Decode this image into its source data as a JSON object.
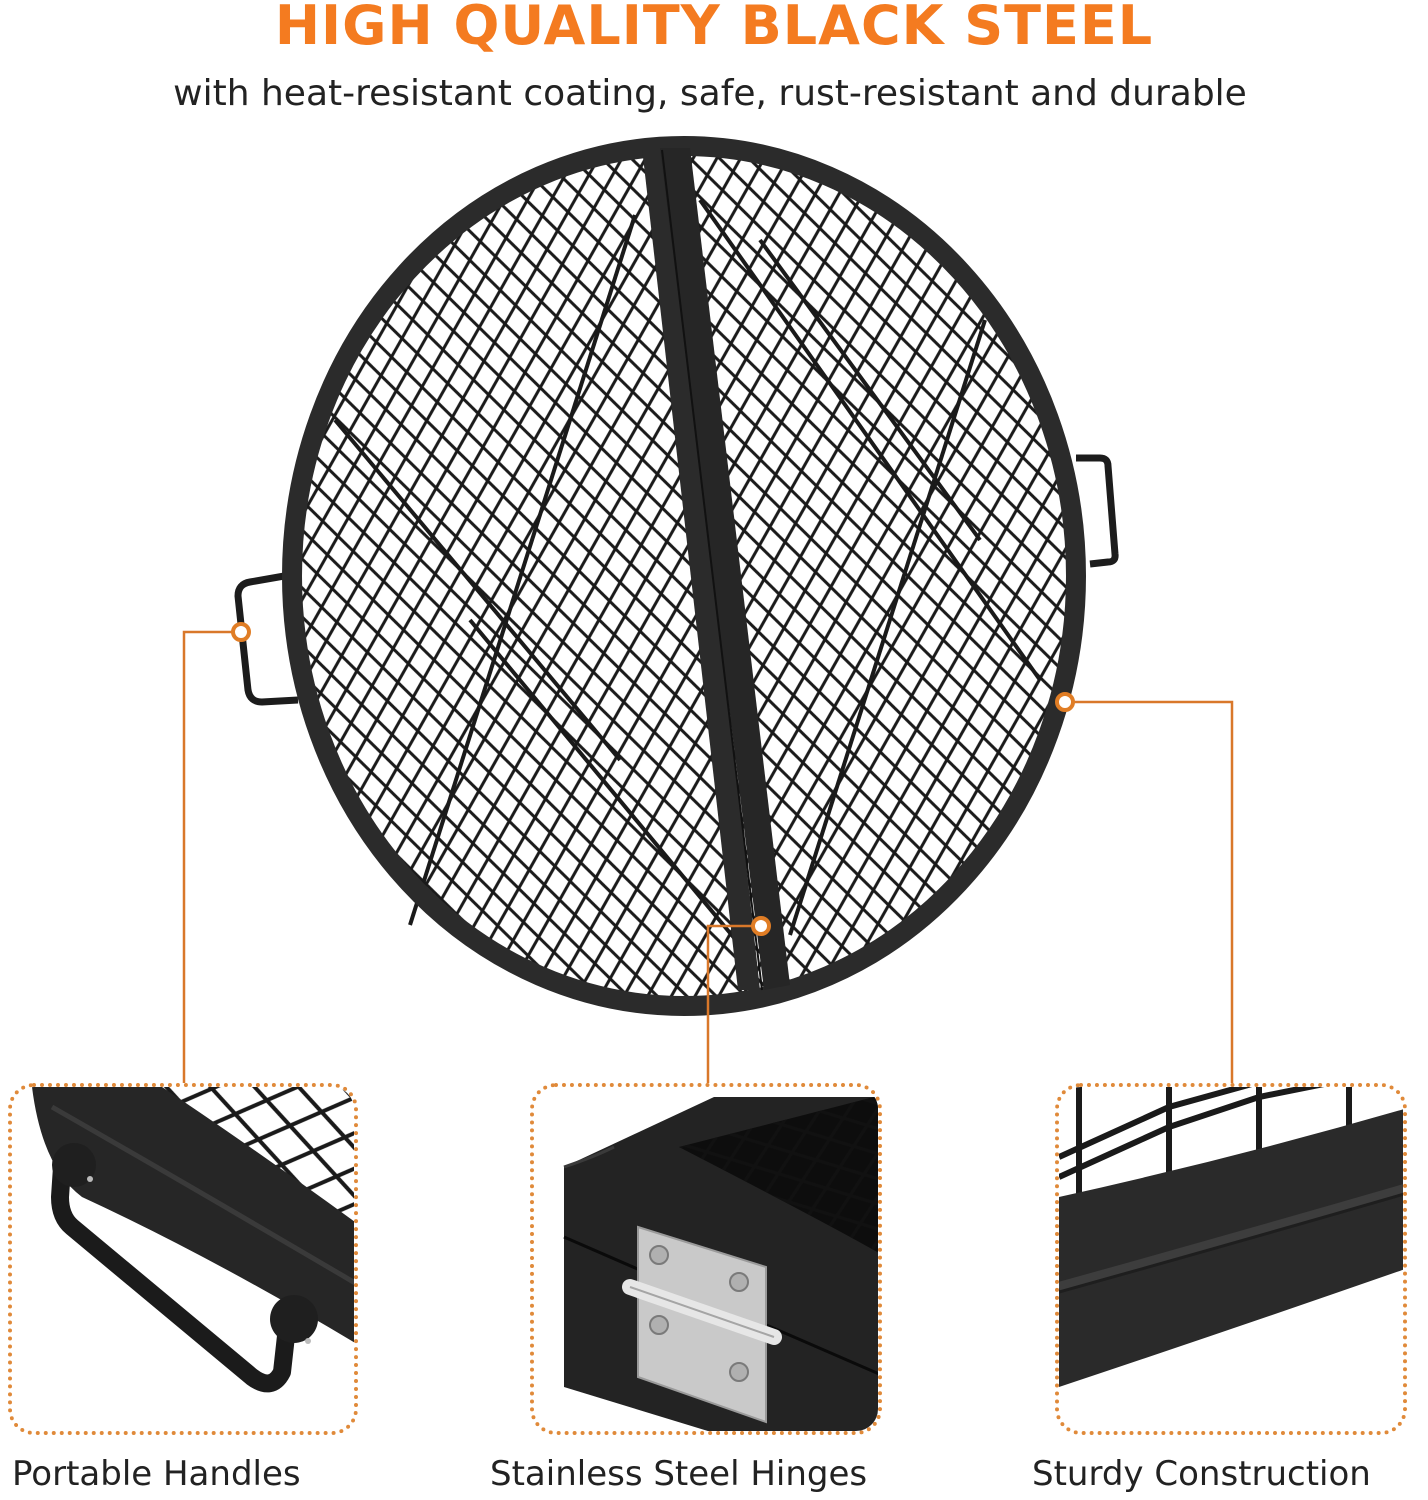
{
  "header": {
    "title": "HIGH QUALITY BLACK STEEL",
    "subtitle": "with heat-resistant coating, safe, rust-resistant and durable"
  },
  "colors": {
    "accent": "#f47b20",
    "callout_line": "#d9782a",
    "steel": "#2b2b2b",
    "text": "#222222"
  },
  "product": {
    "name": "round-grill-grate",
    "image_semantic": "round-folding-grill-grate-with-handles"
  },
  "features": [
    {
      "label": "Portable Handles",
      "image_semantic": "handle-closeup"
    },
    {
      "label": "Stainless Steel Hinges",
      "image_semantic": "hinge-closeup"
    },
    {
      "label": "Sturdy Construction",
      "image_semantic": "rim-closeup"
    }
  ]
}
